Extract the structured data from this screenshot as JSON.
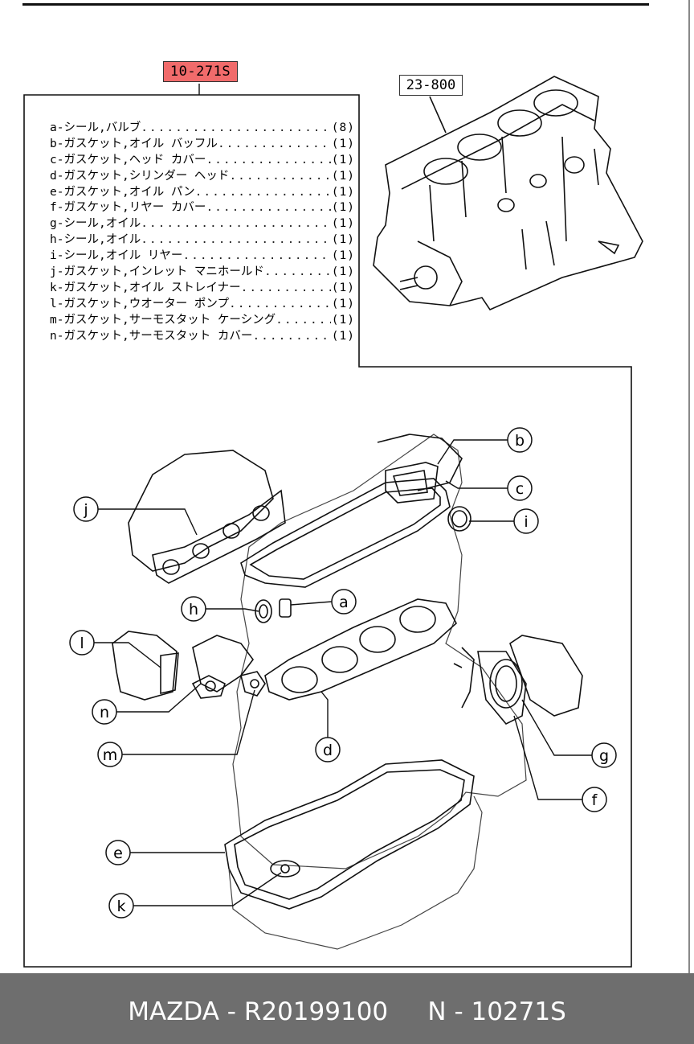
{
  "reference_codes": {
    "kit_ref": "10-271S",
    "assembly_ref": "23-800"
  },
  "parts_list": [
    {
      "letter": "a",
      "name": "-シール,バルブ",
      "qty": "8"
    },
    {
      "letter": "b",
      "name": "-ガスケット,オイル バッフル",
      "qty": "1"
    },
    {
      "letter": "c",
      "name": "-ガスケット,ヘッド カバー",
      "qty": "1"
    },
    {
      "letter": "d",
      "name": "-ガスケット,シリンダー ヘッド",
      "qty": "1"
    },
    {
      "letter": "e",
      "name": "-ガスケット,オイル パン",
      "qty": "1"
    },
    {
      "letter": "f",
      "name": "-ガスケット,リヤー カバー",
      "qty": "1"
    },
    {
      "letter": "g",
      "name": "-シール,オイル",
      "qty": "1"
    },
    {
      "letter": "h",
      "name": "-シール,オイル",
      "qty": "1"
    },
    {
      "letter": "i",
      "name": "-シール,オイル リヤー",
      "qty": "1"
    },
    {
      "letter": "j",
      "name": "-ガスケット,インレット マニホールド",
      "qty": "1"
    },
    {
      "letter": "k",
      "name": "-ガスケット,オイル ストレイナー",
      "qty": "1"
    },
    {
      "letter": "l",
      "name": "-ガスケット,ウオーター ポンプ",
      "qty": "1"
    },
    {
      "letter": "m",
      "name": "-ガスケット,サーモスタット ケーシング",
      "qty": "1"
    },
    {
      "letter": "n",
      "name": "-ガスケット,サーモスタット カバー",
      "qty": "1"
    }
  ],
  "callouts": {
    "a": "a",
    "b": "b",
    "c": "c",
    "d": "d",
    "e": "e",
    "f": "f",
    "g": "g",
    "h": "h",
    "i": "i",
    "j": "j",
    "k": "k",
    "l": "l",
    "m": "m",
    "n": "n"
  },
  "footer": {
    "text": "MAZDA - R20199100     N - 10271S"
  },
  "colors": {
    "highlight": "#f16b6b",
    "footer_bg": "#6e6e6e",
    "footer_text": "#ffffff"
  }
}
